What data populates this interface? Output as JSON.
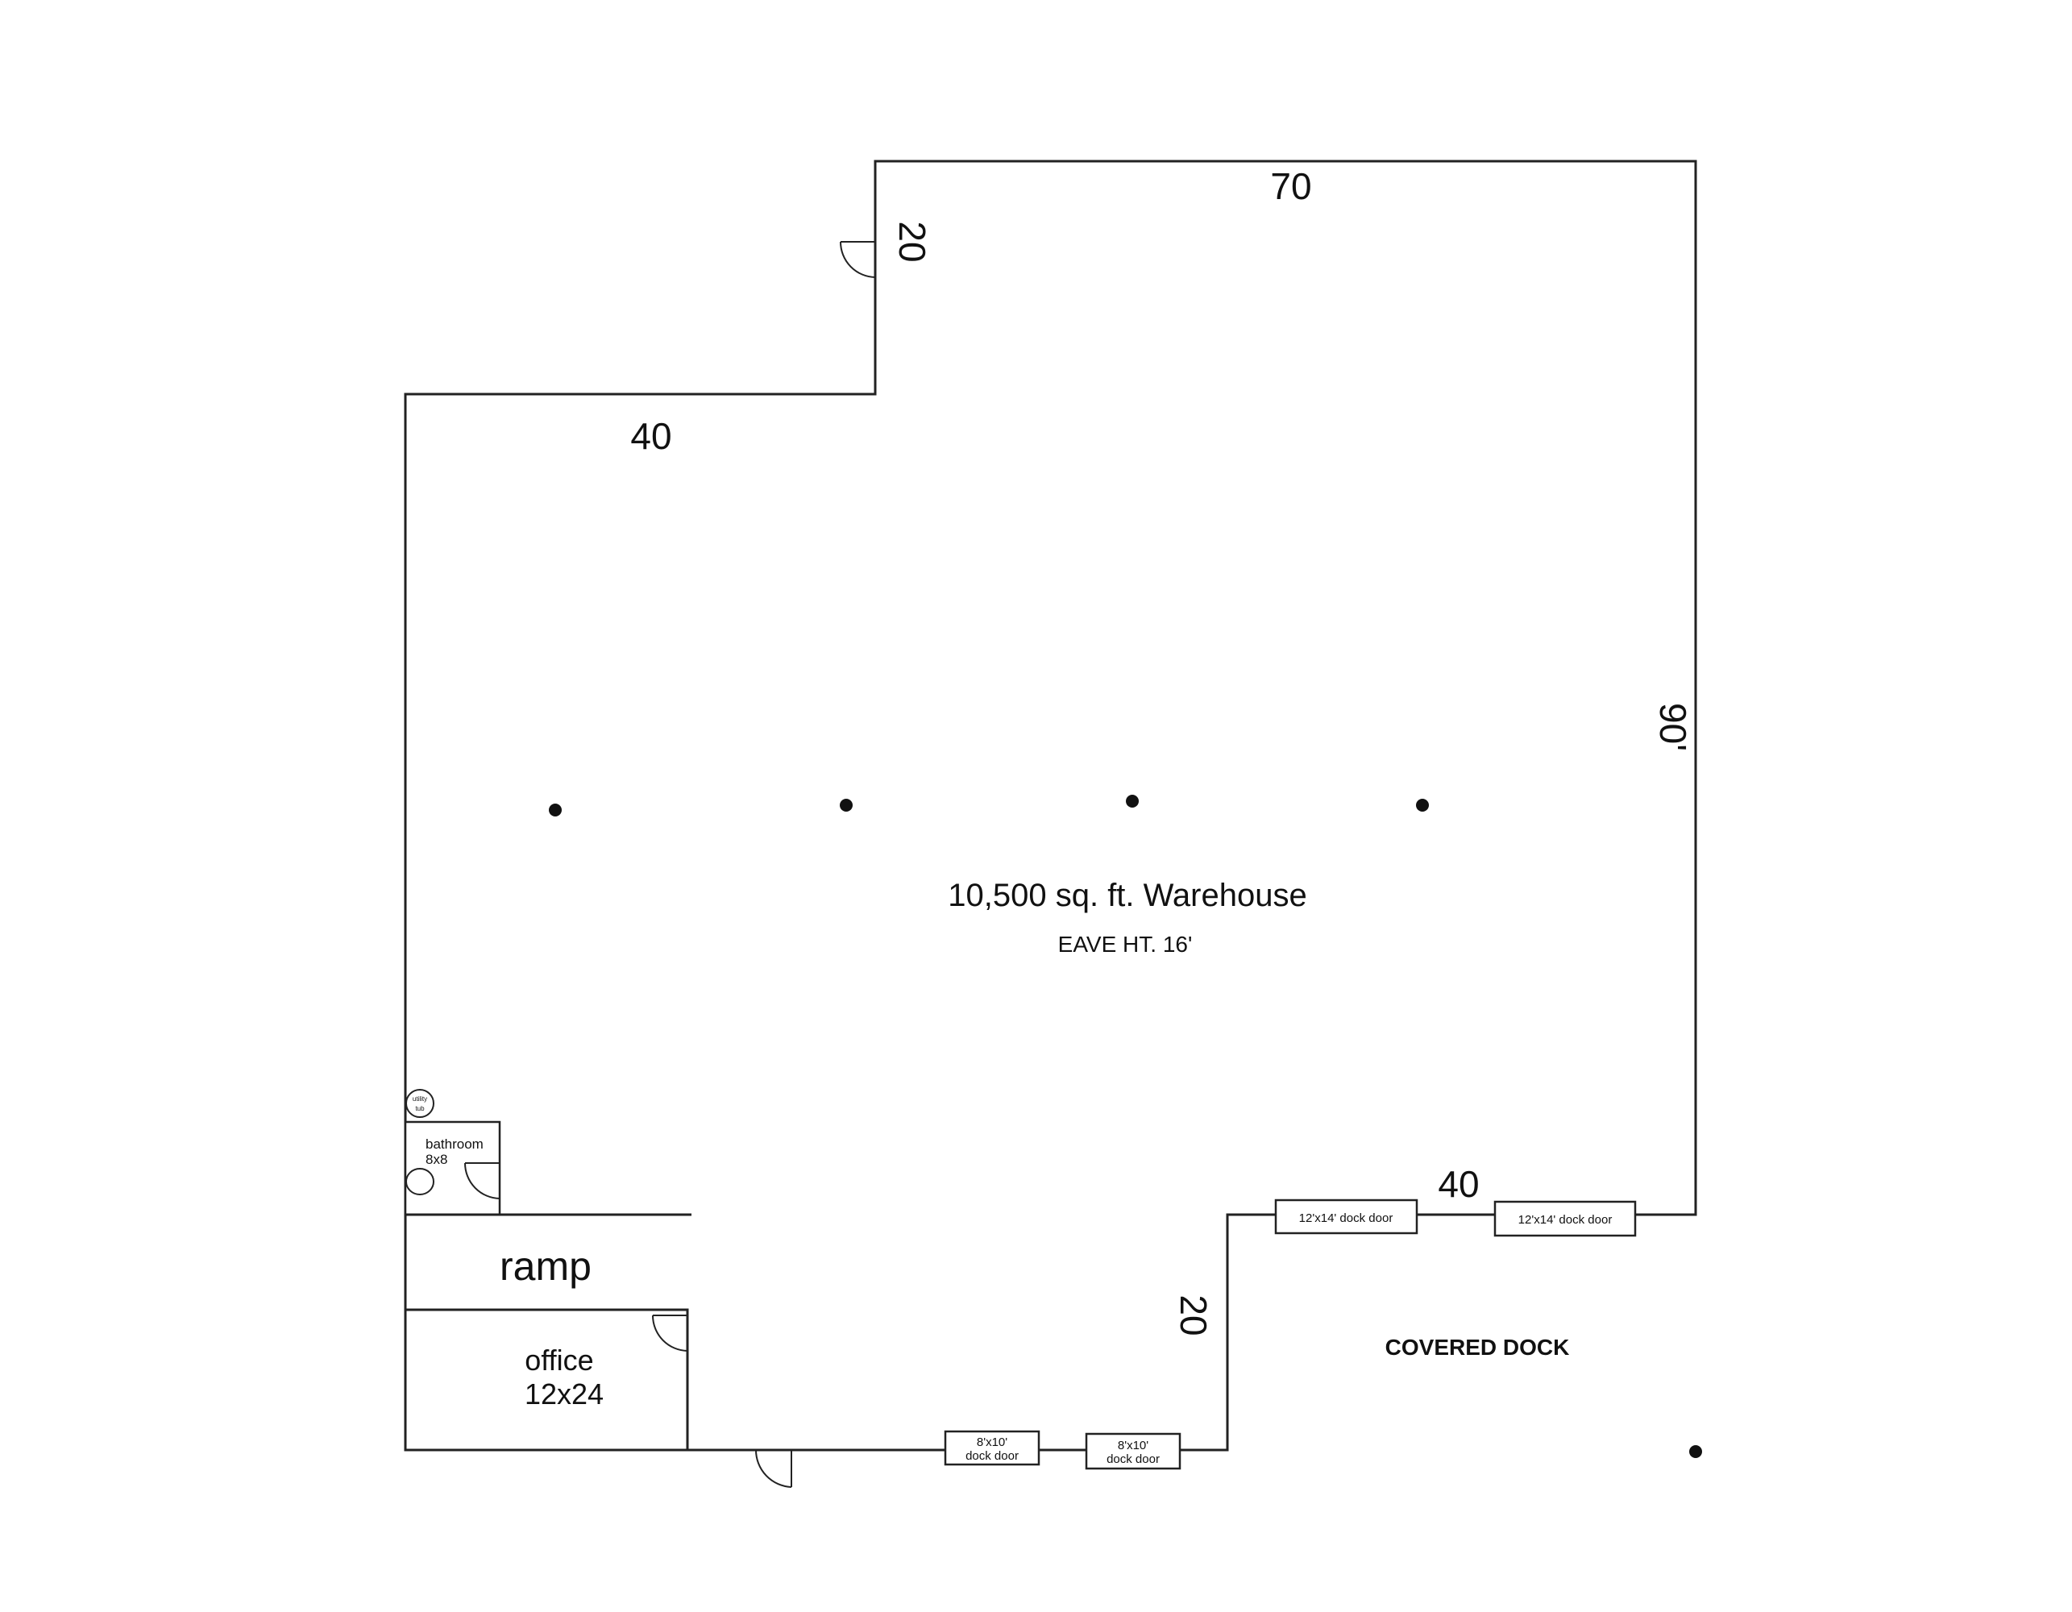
{
  "plan": {
    "title": "10,500 sq. ft. Warehouse",
    "eave_height": "EAVE HT. 16'",
    "covered_dock": "COVERED DOCK",
    "dimensions": {
      "top": "70",
      "step_vertical": "20",
      "step_horizontal": "40",
      "right": "90'",
      "dock_top": "40",
      "dock_left": "20"
    },
    "rooms": {
      "bathroom_name": "bathroom",
      "bathroom_size": "8x8",
      "utility_tub_1": "utility",
      "utility_tub_2": "tub",
      "ramp": "ramp",
      "office_name": "office",
      "office_size": "12x24"
    },
    "doors": {
      "small_dock_1_size": "8'x10'",
      "small_dock_1_label": "dock door",
      "small_dock_2_size": "8'x10'",
      "small_dock_2_label": "dock door",
      "large_dock_1": "12'x14' dock door",
      "large_dock_2": "12'x14' dock door"
    }
  }
}
